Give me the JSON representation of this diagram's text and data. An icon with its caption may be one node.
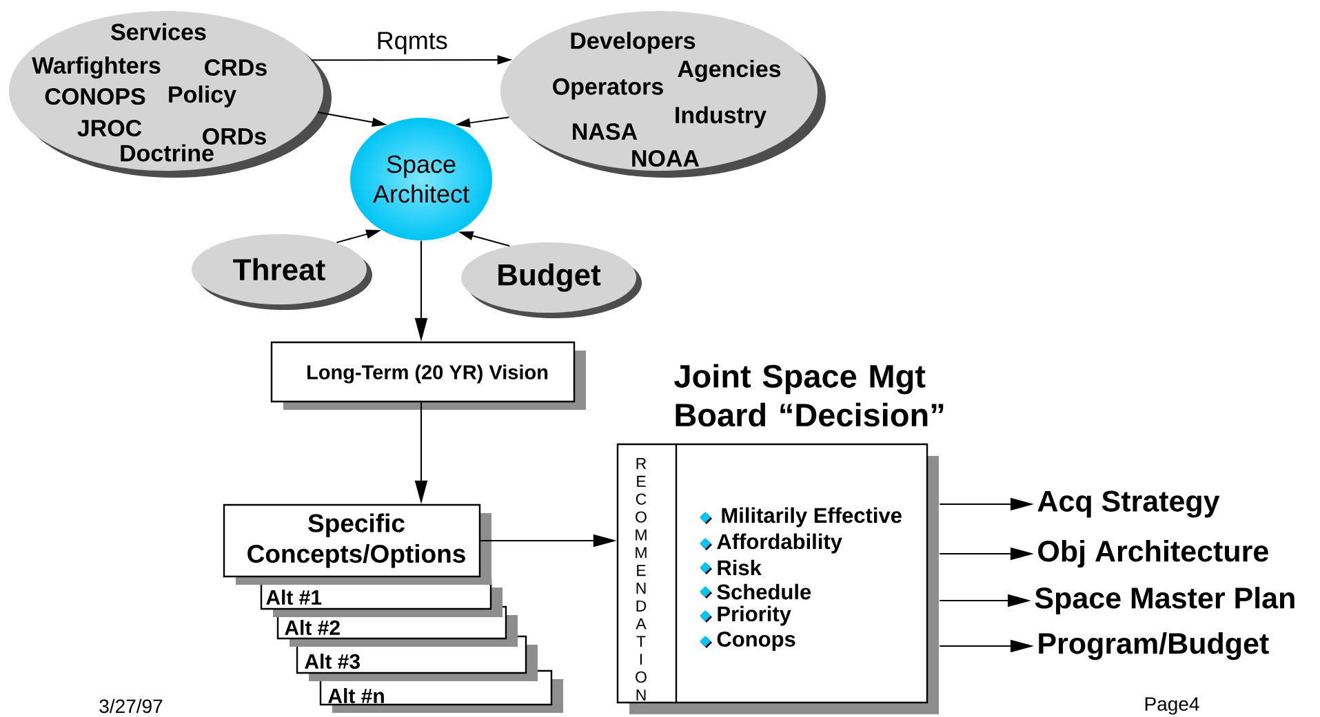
{
  "diagram": {
    "nodes": [
      {
        "text": [
          "Services",
          "Warfighters",
          "CRDs",
          "CONOPS",
          "Policy",
          "JROC",
          "ORDs",
          "Doctrine"
        ]
      },
      {
        "text": [
          "Developers",
          "Agencies",
          "Operators",
          "Industry",
          "NASA",
          "NOAA"
        ]
      },
      {
        "text": [
          "Space Architect"
        ]
      },
      {
        "text": [
          "Threat"
        ]
      },
      {
        "text": [
          "Budget"
        ]
      },
      {
        "text": [
          "Long-Term (20 YR) Vision"
        ]
      },
      {
        "text": [
          "Specific Concepts/Options"
        ]
      },
      {
        "text": [
          "Alt #1"
        ]
      },
      {
        "text": [
          "Alt #2"
        ]
      },
      {
        "text": [
          "Alt #3"
        ]
      },
      {
        "text": [
          "Alt #n"
        ]
      },
      {
        "text": [
          "Joint Space Mgt Board “Decision”",
          "RECOMMENDATION",
          "Militarily Effective",
          "Affordability",
          "Risk",
          "Schedule",
          "Priority",
          "Conops"
        ]
      },
      {
        "text": [
          "Acq Strategy"
        ]
      },
      {
        "text": [
          "Obj Architecture"
        ]
      },
      {
        "text": [
          "Space Master Plan"
        ]
      },
      {
        "text": [
          "Program/Budget"
        ]
      }
    ],
    "edges": [
      {
        "from": 0,
        "to": 1,
        "arrow": "to",
        "label": "Rqmts"
      },
      {
        "from": 0,
        "to": 2,
        "arrow": "to"
      },
      {
        "from": 1,
        "to": 2,
        "arrow": "to"
      },
      {
        "from": 3,
        "to": 2,
        "arrow": "to"
      },
      {
        "from": 4,
        "to": 2,
        "arrow": "to"
      },
      {
        "from": 2,
        "to": 5,
        "arrow": "to"
      },
      {
        "from": 5,
        "to": 6,
        "arrow": "to"
      },
      {
        "from": 6,
        "to": 11,
        "arrow": "to"
      },
      {
        "from": 11,
        "to": 12,
        "arrow": "to"
      },
      {
        "from": 11,
        "to": 13,
        "arrow": "to"
      },
      {
        "from": 11,
        "to": 14,
        "arrow": "to"
      },
      {
        "from": 11,
        "to": 15,
        "arrow": "to"
      }
    ],
    "labels": [
      "3/27/97",
      "Page4"
    ]
  }
}
